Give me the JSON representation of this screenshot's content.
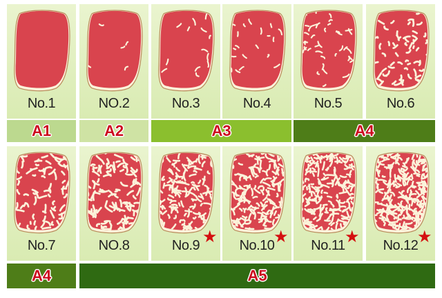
{
  "grades_row1": [
    {
      "label": "No.1",
      "marbling": 0,
      "star": false
    },
    {
      "label": "NO.2",
      "marbling": 1,
      "star": false
    },
    {
      "label": "No.3",
      "marbling": 2,
      "star": false
    },
    {
      "label": "No.4",
      "marbling": 3,
      "star": false
    },
    {
      "label": "No.5",
      "marbling": 4,
      "star": false
    },
    {
      "label": "No.6",
      "marbling": 5,
      "star": false
    }
  ],
  "grades_row2": [
    {
      "label": "No.7",
      "marbling": 6,
      "star": false
    },
    {
      "label": "NO.8",
      "marbling": 7,
      "star": false
    },
    {
      "label": "No.9",
      "marbling": 8,
      "star": true
    },
    {
      "label": "No.10",
      "marbling": 9,
      "star": true
    },
    {
      "label": "No.11",
      "marbling": 10,
      "star": true
    },
    {
      "label": "No.12",
      "marbling": 11,
      "star": true
    }
  ],
  "bands_row1": [
    {
      "label": "A1",
      "span": 1,
      "color": "#bcd98f"
    },
    {
      "label": "A2",
      "span": 1,
      "color": "#cfe3a4"
    },
    {
      "label": "A3",
      "span": 2,
      "color": "#8bbf2e"
    },
    {
      "label": "A4",
      "span": 2,
      "color": "#4e7d18"
    }
  ],
  "bands_row2": [
    {
      "label": "A4",
      "span": 1,
      "color": "#4e7d18"
    },
    {
      "label": "A5",
      "span": 5,
      "color": "#2f6a12"
    }
  ],
  "colors": {
    "meat": "#d9444e",
    "fat": "#fbf3da",
    "outline": "#b98a5a",
    "star": "#d41010"
  },
  "icons": {
    "star": "star-icon"
  }
}
